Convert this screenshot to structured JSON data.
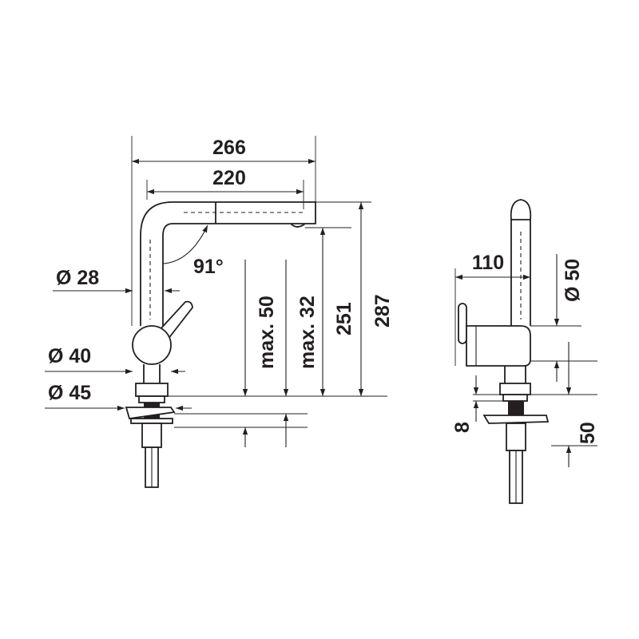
{
  "colors": {
    "line": "#231f20",
    "background": "#ffffff"
  },
  "side_view": {
    "width_overall": "266",
    "width_spout": "220",
    "spout_angle": "91°",
    "diameter_spout": "Ø 28",
    "diameter_body": "Ø 40",
    "diameter_base": "Ø 45",
    "max_counter_50": "max. 50",
    "max_counter_32": "max. 32",
    "height_outlet": "251",
    "height_overall": "287"
  },
  "front_view": {
    "depth": "110",
    "diameter_head": "Ø 50",
    "dim_8": "8",
    "dim_50": "50"
  }
}
